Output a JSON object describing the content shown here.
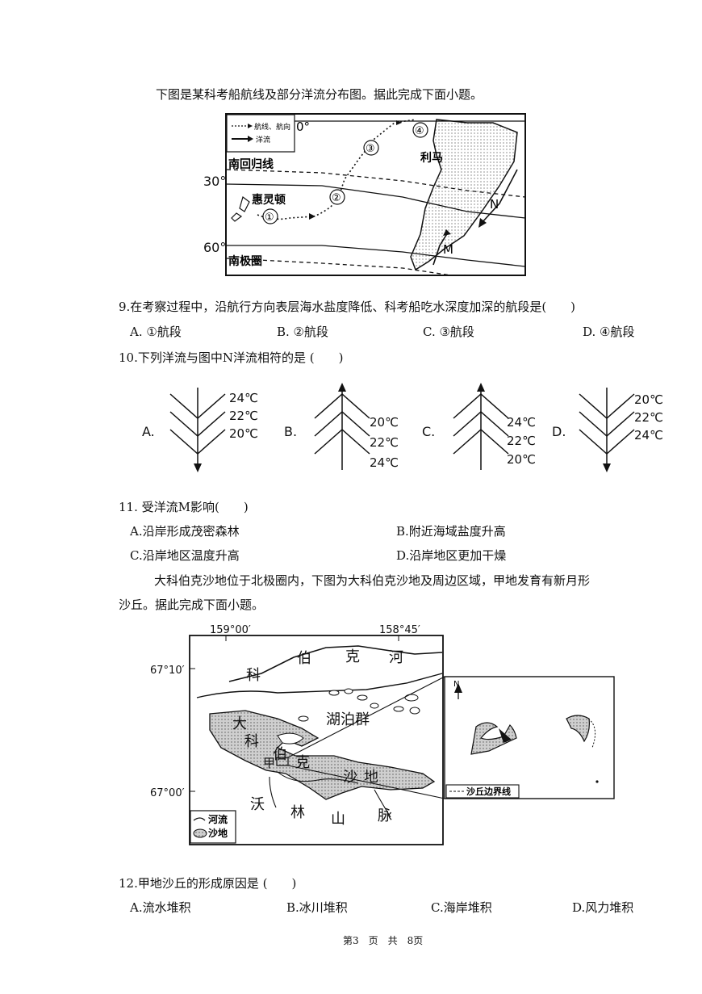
{
  "intro1": "下图是某科考船航线及部分洋流分布图。据此完成下面小题。",
  "map1": {
    "legend_route": "航线、航向",
    "legend_current": "洋流",
    "label_0": "0°",
    "label_30": "30°",
    "label_60": "60°",
    "tropic": "南回归线",
    "antarctic": "南极圈",
    "wellington": "惠灵顿",
    "lima": "利马",
    "n": "N",
    "m": "M",
    "seg1": "①",
    "seg2": "②",
    "seg3": "③",
    "seg4": "④"
  },
  "q9": {
    "stem": "9.在考察过程中，沿航行方向表层海水盐度降低、科考船吃水深度加深的航段是(　　)",
    "a": "A. ①航段",
    "b": "B. ②航段",
    "c": "C. ③航段",
    "d": "D. ④航段"
  },
  "q10": {
    "stem": "10.下列洋流与图中N洋流相符的是 (　　)",
    "options": [
      {
        "letter": "A.",
        "temps": [
          "24℃",
          "22℃",
          "20℃"
        ]
      },
      {
        "letter": "B.",
        "temps": [
          "20℃",
          "22℃",
          "24℃"
        ]
      },
      {
        "letter": "C.",
        "temps": [
          "24℃",
          "22℃",
          "20℃"
        ]
      },
      {
        "letter": "D.",
        "temps": [
          "20℃",
          "22℃",
          "24℃"
        ]
      }
    ]
  },
  "q11": {
    "stem": "11. 受洋流M影响(　　)",
    "a": "A.沿岸形成茂密森林",
    "b": "B.附近海域盐度升高",
    "c": "C.沿岸地区温度升高",
    "d": "D.沿岸地区更加干燥"
  },
  "intro2_line1": "大科伯克沙地位于北极圈内，下图为大科伯克沙地及周边区域，甲地发育有新月形",
  "intro2_line2": "沙丘。据此完成下面小题。",
  "map2": {
    "lon1": "159°00′",
    "lon2": "158°45′",
    "lat1": "67°10′",
    "lat2": "67°00′",
    "river_chars": [
      "科",
      "伯",
      "克",
      "河"
    ],
    "lakes": "湖泊群",
    "dune_chars": [
      "大",
      "科",
      "伯",
      "克",
      "沙",
      "地"
    ],
    "jia": "甲",
    "mountain_chars": [
      "沃",
      "林",
      "山",
      "脉"
    ],
    "legend_river": "河流",
    "legend_sand": "沙地",
    "inset_north": "N",
    "inset_legend": "沙丘边界线"
  },
  "q12": {
    "stem": "12.甲地沙丘的形成原因是 (　　)",
    "a": "A.流水堆积",
    "b": "B.冰川堆积",
    "c": "C.海岸堆积",
    "d": "D.风力堆积"
  },
  "footer": "第3　页　共　8页"
}
